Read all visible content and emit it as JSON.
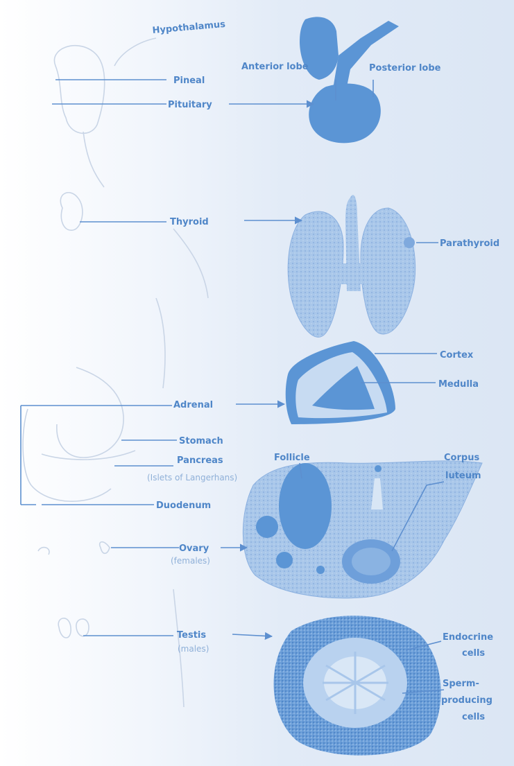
{
  "labels": {
    "hypothalamus": "Hypothalamus",
    "pineal": "Pineal",
    "pituitary": "Pituitary",
    "anterior_lobe": "Anterior lobe",
    "posterior_lobe": "Posterior lobe",
    "thyroid": "Thyroid",
    "parathyroid": "Parathyroid",
    "cortex": "Cortex",
    "medulla": "Medulla",
    "adrenal": "Adrenal",
    "stomach": "Stomach",
    "pancreas": "Pancreas",
    "islets": "(Islets of Langerhans)",
    "duodenum": "Duodenum",
    "follicle": "Follicle",
    "corpus_1": "Corpus",
    "corpus_2": "luteum",
    "ovary": "Ovary",
    "females": "(females)",
    "testis": "Testis",
    "males": "(males)",
    "endocrine_1": "Endocrine",
    "endocrine_2": "cells",
    "sperm_1": "Sperm-",
    "sperm_2": "producing",
    "sperm_3": "cells"
  },
  "colors": {
    "organ_dark": "#5b95d5",
    "organ_light": "#a6c5ea",
    "organ_pale": "#c7dbf2",
    "label": "#4f86c8"
  }
}
